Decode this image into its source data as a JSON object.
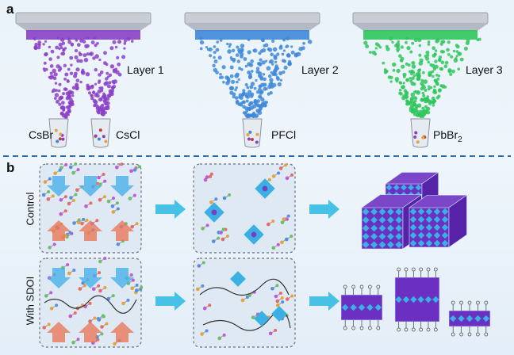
{
  "panel_a": {
    "letter": "a",
    "sources": [
      {
        "layer_label": "Layer 1",
        "precursors": [
          "CsBr",
          "CsCl"
        ],
        "color": "#8b3fc7"
      },
      {
        "layer_label": "Layer 2",
        "precursors": [
          "PFCl"
        ],
        "color": "#3f88d8"
      },
      {
        "layer_label": "Layer 3",
        "precursors": [
          "PbBr",
          "2"
        ],
        "color": "#2fc65a"
      }
    ]
  },
  "panel_b": {
    "letter": "b",
    "rows": [
      {
        "label": "Control"
      },
      {
        "label": "With SDOI"
      }
    ]
  },
  "colors": {
    "divider": "#2c6fb6",
    "arrow": "#47c1e6",
    "box_border": "#6a6f7a",
    "cube_face": "#6b2fc2",
    "cube_tile": "#3ab0e4"
  }
}
